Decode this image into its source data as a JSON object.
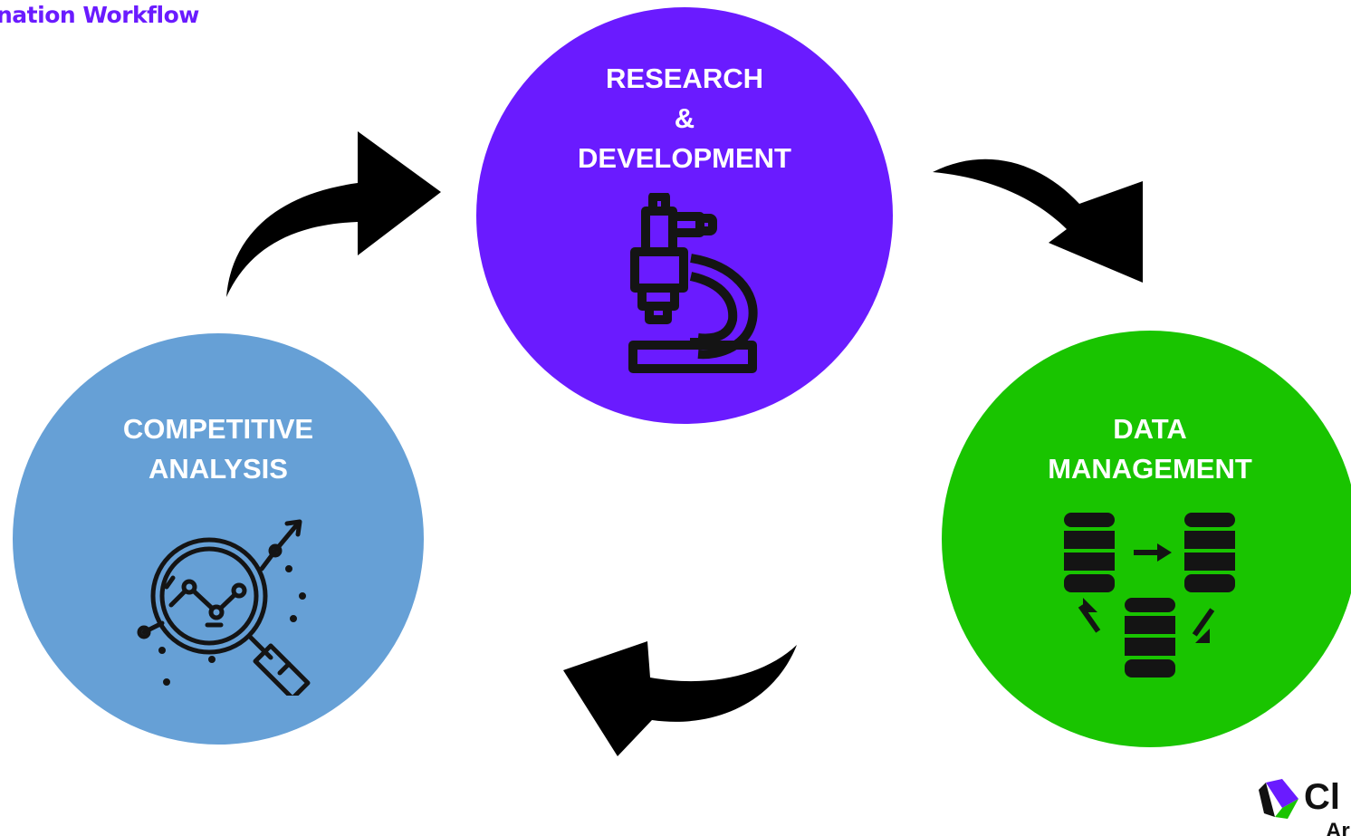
{
  "title": "nation Workflow",
  "colors": {
    "title": "#6a1bff",
    "research": "#6a1bff",
    "data": "#19c400",
    "competitive": "#66a0d6",
    "icon_stroke": "#141414",
    "arrow": "#000000"
  },
  "nodes": {
    "research": {
      "line1": "RESEARCH",
      "line2": "&",
      "line3": "DEVELOPMENT",
      "icon": "microscope-icon"
    },
    "data": {
      "line1": "DATA",
      "line2": "MANAGEMENT",
      "icon": "database-transfer-icon"
    },
    "competitive": {
      "line1": "COMPETITIVE",
      "line2": "ANALYSIS",
      "icon": "magnifier-analytics-icon"
    }
  },
  "logo": {
    "text": "Cl",
    "sub": "Ar"
  }
}
